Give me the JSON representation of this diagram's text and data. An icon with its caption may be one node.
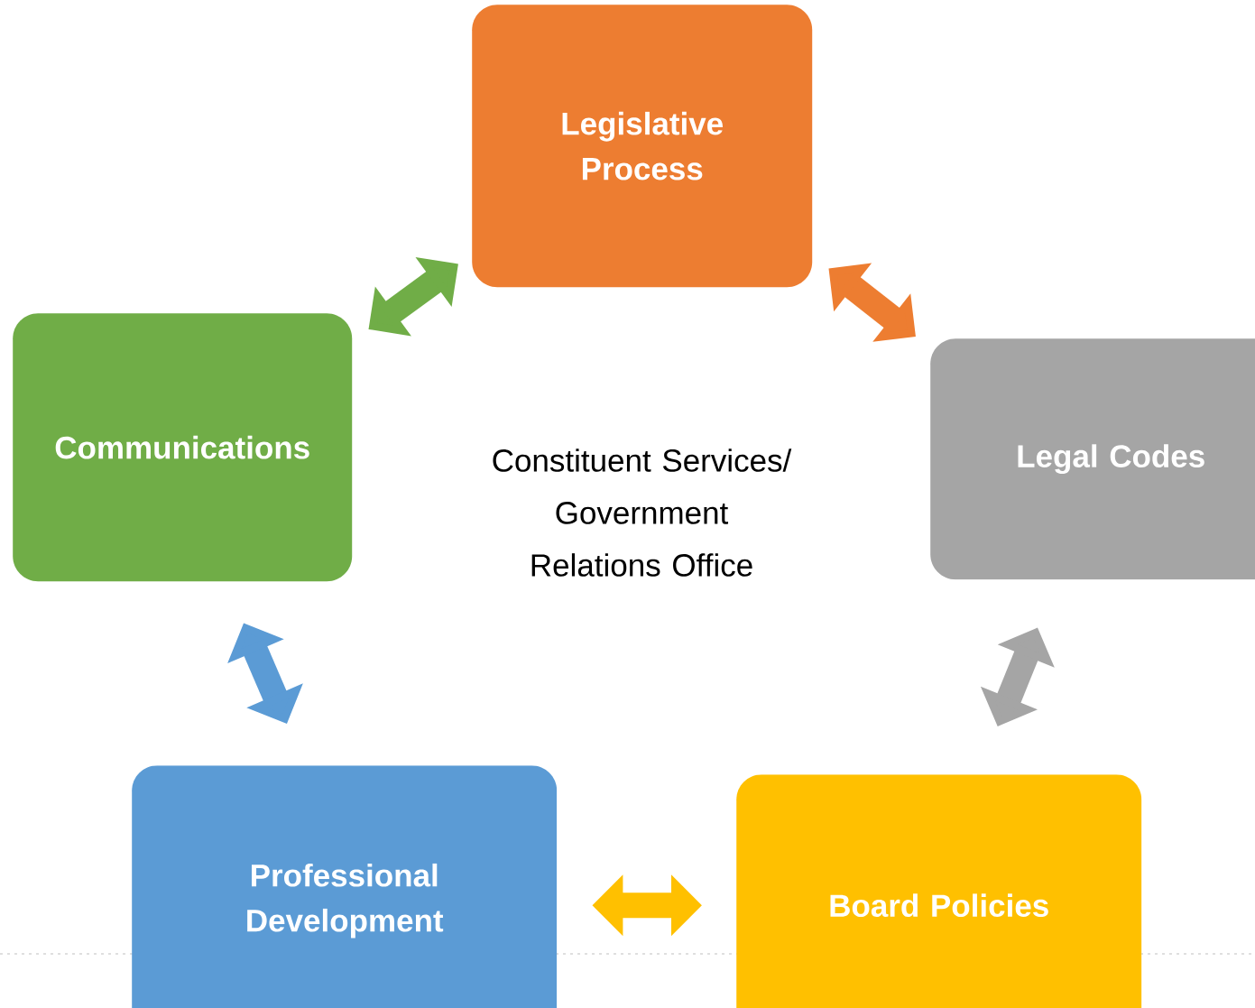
{
  "diagram": {
    "nodes": [
      {
        "text": [
          "Legislative Process"
        ]
      },
      {
        "text": [
          "Legal Codes"
        ]
      },
      {
        "text": [
          "Board Policies"
        ]
      },
      {
        "text": [
          "Professional Development"
        ]
      },
      {
        "text": [
          "Communications"
        ]
      }
    ],
    "edges": [
      {
        "from": 0,
        "to": 1,
        "arrow": "both",
        "color": "#ed7d31"
      },
      {
        "from": 1,
        "to": 2,
        "arrow": "both",
        "color": "#a5a5a5"
      },
      {
        "from": 2,
        "to": 3,
        "arrow": "both",
        "color": "#ffc000"
      },
      {
        "from": 3,
        "to": 4,
        "arrow": "both",
        "color": "#5b9bd5"
      },
      {
        "from": 4,
        "to": 0,
        "arrow": "both",
        "color": "#70ad47"
      }
    ],
    "labels": [
      "Constituent Services/ Government Relations Office"
    ]
  }
}
